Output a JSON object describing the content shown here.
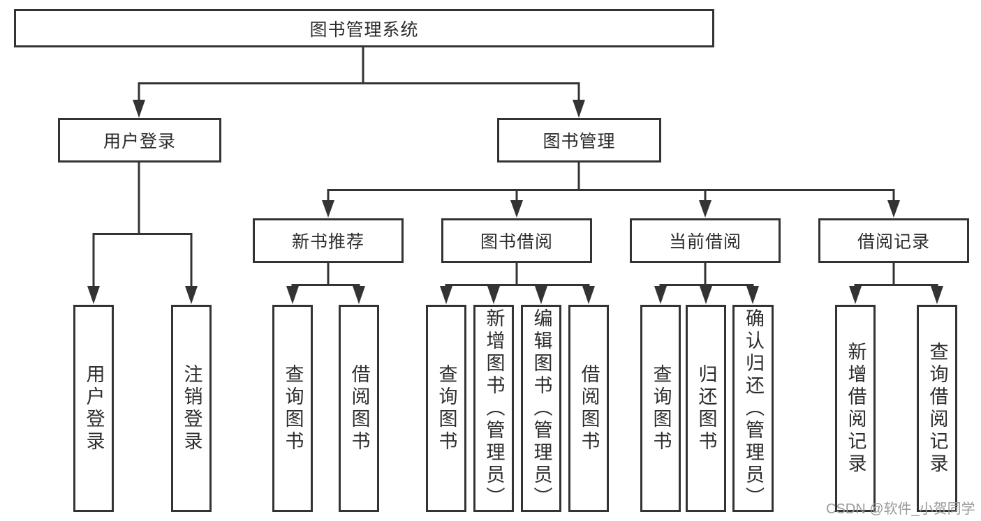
{
  "diagram_type": "functional-structure-tree",
  "tree": {
    "label": "图书管理系统",
    "children": [
      {
        "label": "用户登录",
        "children": [
          {
            "label": "用户登录"
          },
          {
            "label": "注销登录"
          }
        ]
      },
      {
        "label": "图书管理",
        "children": [
          {
            "label": "新书推荐",
            "children": [
              {
                "label": "查询图书"
              },
              {
                "label": "借阅图书"
              }
            ]
          },
          {
            "label": "图书借阅",
            "children": [
              {
                "label": "查询图书"
              },
              {
                "label": "新增图书（管理员）"
              },
              {
                "label": "编辑图书（管理员）"
              },
              {
                "label": "借阅图书"
              }
            ]
          },
          {
            "label": "当前借阅",
            "children": [
              {
                "label": "查询图书"
              },
              {
                "label": "归还图书"
              },
              {
                "label": "确认归还（管理员）"
              }
            ]
          },
          {
            "label": "借阅记录",
            "children": [
              {
                "label": "新增借阅记录"
              },
              {
                "label": "查询借阅记录"
              }
            ]
          }
        ]
      }
    ]
  },
  "watermark": {
    "text": "CSDN @软件_小贺同学"
  },
  "colors": {
    "line": "#333333",
    "text": "#2d2d2d",
    "watermark": "#999999",
    "background": "#ffffff"
  }
}
